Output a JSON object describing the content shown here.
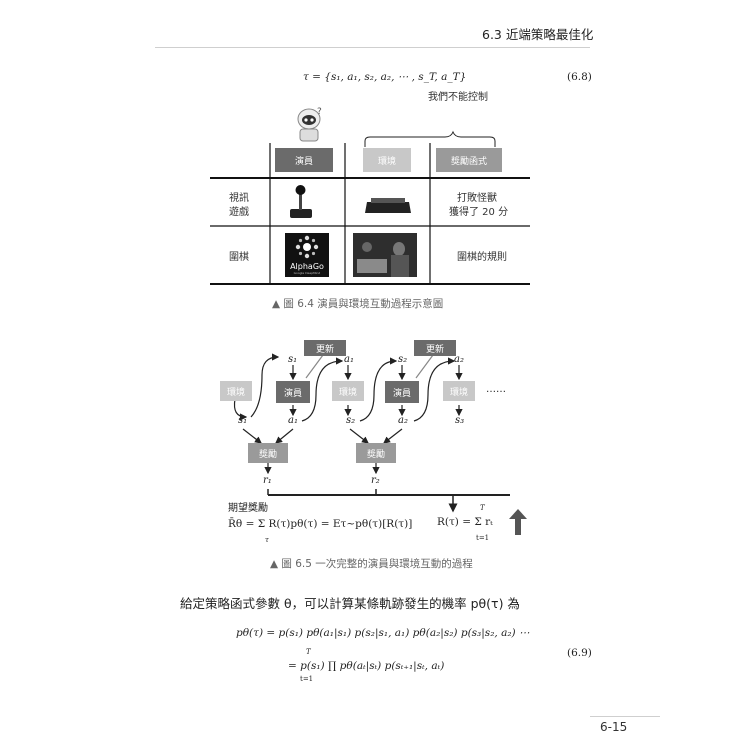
{
  "header": {
    "section": "6.3  近端策略最佳化"
  },
  "eq68": {
    "text": "τ = {s₁, a₁, s₂, a₂, ⋯ , s_T, a_T}",
    "number": "(6.8)"
  },
  "fig64": {
    "brace_label": "我們不能控制",
    "col_actor": "演員",
    "col_env": "環境",
    "col_reward": "獎勵函式",
    "row1_label_line1": "視訊",
    "row1_label_line2": "遊戲",
    "row1_reward_line1": "打敗怪獸",
    "row1_reward_line2": "獲得了 20 分",
    "row2_label": "圍棋",
    "row2_reward": "圍棋的規則",
    "alphago_text": "AlphaGo",
    "alphago_sub": "Google DeepMind",
    "caption": "▲  圖 6.4  演員與環境互動過程示意圖"
  },
  "fig65": {
    "update": "更新",
    "env": "環境",
    "actor": "演員",
    "reward": "獎勵",
    "ellipsis": "……",
    "s1": "s₁",
    "a1": "a₁",
    "s2": "s₂",
    "a2": "a₂",
    "s3": "s₃",
    "r1": "r₁",
    "r2": "r₂",
    "expected_label": "期望獎勵",
    "expected_formula": "R̄θ = Σ R(τ)pθ(τ) = Eτ~pθ(τ)[R(τ)]",
    "expected_sum_sub": "τ",
    "return_formula": "R(τ) = Σ rₜ",
    "return_sum_top": "T",
    "return_sum_sub": "t=1",
    "caption": "▲  圖 6.5  一次完整的演員與環境互動的過程"
  },
  "body": {
    "sentence": "給定策略函式參數 θ，可以計算某條軌跡發生的機率 pθ(τ) 為"
  },
  "eq69": {
    "line1": "pθ(τ) = p(s₁) pθ(a₁|s₁) p(s₂|s₁, a₁) pθ(a₂|s₂) p(s₃|s₂, a₂) ⋯",
    "line2": "= p(s₁) ∏ pθ(aₜ|sₜ) p(sₜ₊₁|sₜ, aₜ)",
    "prod_top": "T",
    "prod_sub": "t=1",
    "number": "(6.9)"
  },
  "footer": {
    "page": "6-15"
  }
}
